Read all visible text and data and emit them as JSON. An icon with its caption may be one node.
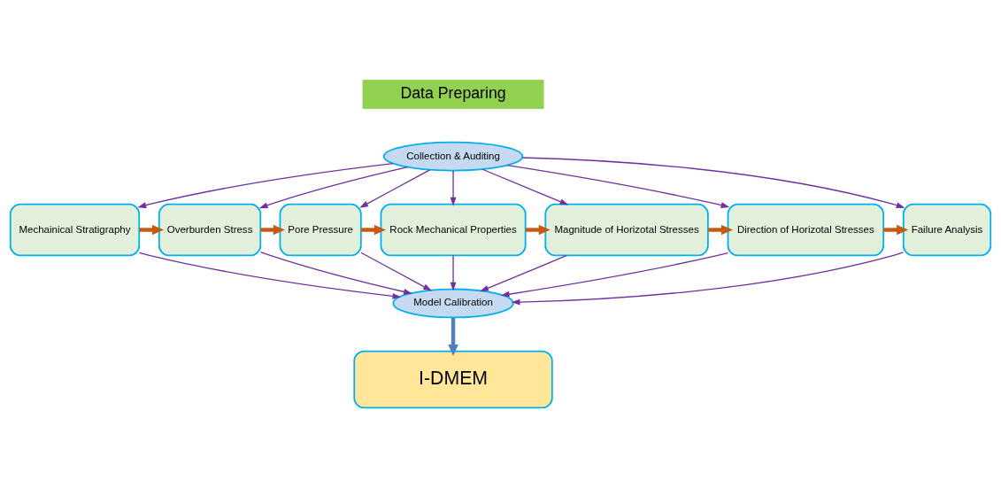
{
  "diagram": {
    "nodes": [
      {
        "text": [
          "Data Preparing"
        ]
      },
      {
        "text": [
          "Collection & Auditing"
        ]
      },
      {
        "text": [
          "Mechainical Stratigraphy"
        ]
      },
      {
        "text": [
          "Overburden Stress"
        ]
      },
      {
        "text": [
          "Pore Pressure"
        ]
      },
      {
        "text": [
          "Rock Mechanical Properties"
        ]
      },
      {
        "text": [
          "Magnitude of Horizotal Stresses"
        ]
      },
      {
        "text": [
          "Direction of Horizotal Stresses"
        ]
      },
      {
        "text": [
          "Failure Analysis"
        ]
      },
      {
        "text": [
          "Model Calibration"
        ]
      },
      {
        "text": [
          "I-DMEM"
        ]
      }
    ],
    "edges": [
      {
        "from": 1,
        "to": 2,
        "arrow": "to"
      },
      {
        "from": 1,
        "to": 3,
        "arrow": "to"
      },
      {
        "from": 1,
        "to": 4,
        "arrow": "to"
      },
      {
        "from": 1,
        "to": 5,
        "arrow": "to"
      },
      {
        "from": 1,
        "to": 6,
        "arrow": "to"
      },
      {
        "from": 1,
        "to": 7,
        "arrow": "to"
      },
      {
        "from": 1,
        "to": 8,
        "arrow": "to"
      },
      {
        "from": 2,
        "to": 3,
        "arrow": "to",
        "style": "thick",
        "color": "#c55a11"
      },
      {
        "from": 3,
        "to": 4,
        "arrow": "to",
        "style": "thick",
        "color": "#c55a11"
      },
      {
        "from": 4,
        "to": 5,
        "arrow": "to",
        "style": "thick",
        "color": "#c55a11"
      },
      {
        "from": 5,
        "to": 6,
        "arrow": "to",
        "style": "thick",
        "color": "#c55a11"
      },
      {
        "from": 6,
        "to": 7,
        "arrow": "to",
        "style": "thick",
        "color": "#c55a11"
      },
      {
        "from": 7,
        "to": 8,
        "arrow": "to",
        "style": "thick",
        "color": "#c55a11"
      },
      {
        "from": 2,
        "to": 9,
        "arrow": "to"
      },
      {
        "from": 3,
        "to": 9,
        "arrow": "to"
      },
      {
        "from": 4,
        "to": 9,
        "arrow": "to"
      },
      {
        "from": 5,
        "to": 9,
        "arrow": "to"
      },
      {
        "from": 6,
        "to": 9,
        "arrow": "to"
      },
      {
        "from": 7,
        "to": 9,
        "arrow": "to"
      },
      {
        "from": 8,
        "to": 9,
        "arrow": "to"
      },
      {
        "from": 9,
        "to": 10,
        "arrow": "to",
        "style": "thick",
        "color": "#4f81bd"
      }
    ]
  }
}
